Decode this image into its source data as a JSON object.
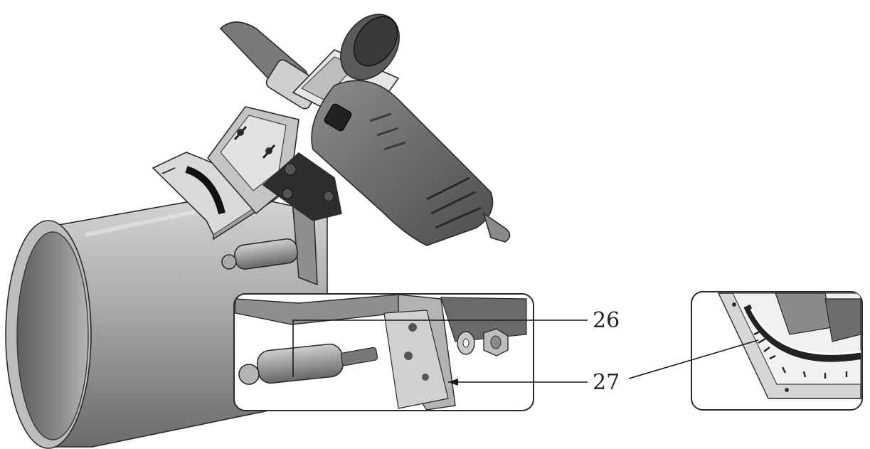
{
  "callouts": [
    {
      "id": "26",
      "label": "26"
    },
    {
      "id": "27",
      "label": "27"
    }
  ],
  "icons": [
    "pipe-illustration",
    "angle-grinder-illustration",
    "bevel-plate-illustration",
    "roller-bolt-illustration",
    "hex-nut-illustration",
    "washer-illustration",
    "angle-scale-illustration"
  ],
  "colors": {
    "line": "#1a1a1a",
    "metal-dark": "#6f6f6f",
    "metal-mid": "#9a9a9a",
    "metal-light": "#cfcfcf",
    "background": "#ffffff"
  }
}
